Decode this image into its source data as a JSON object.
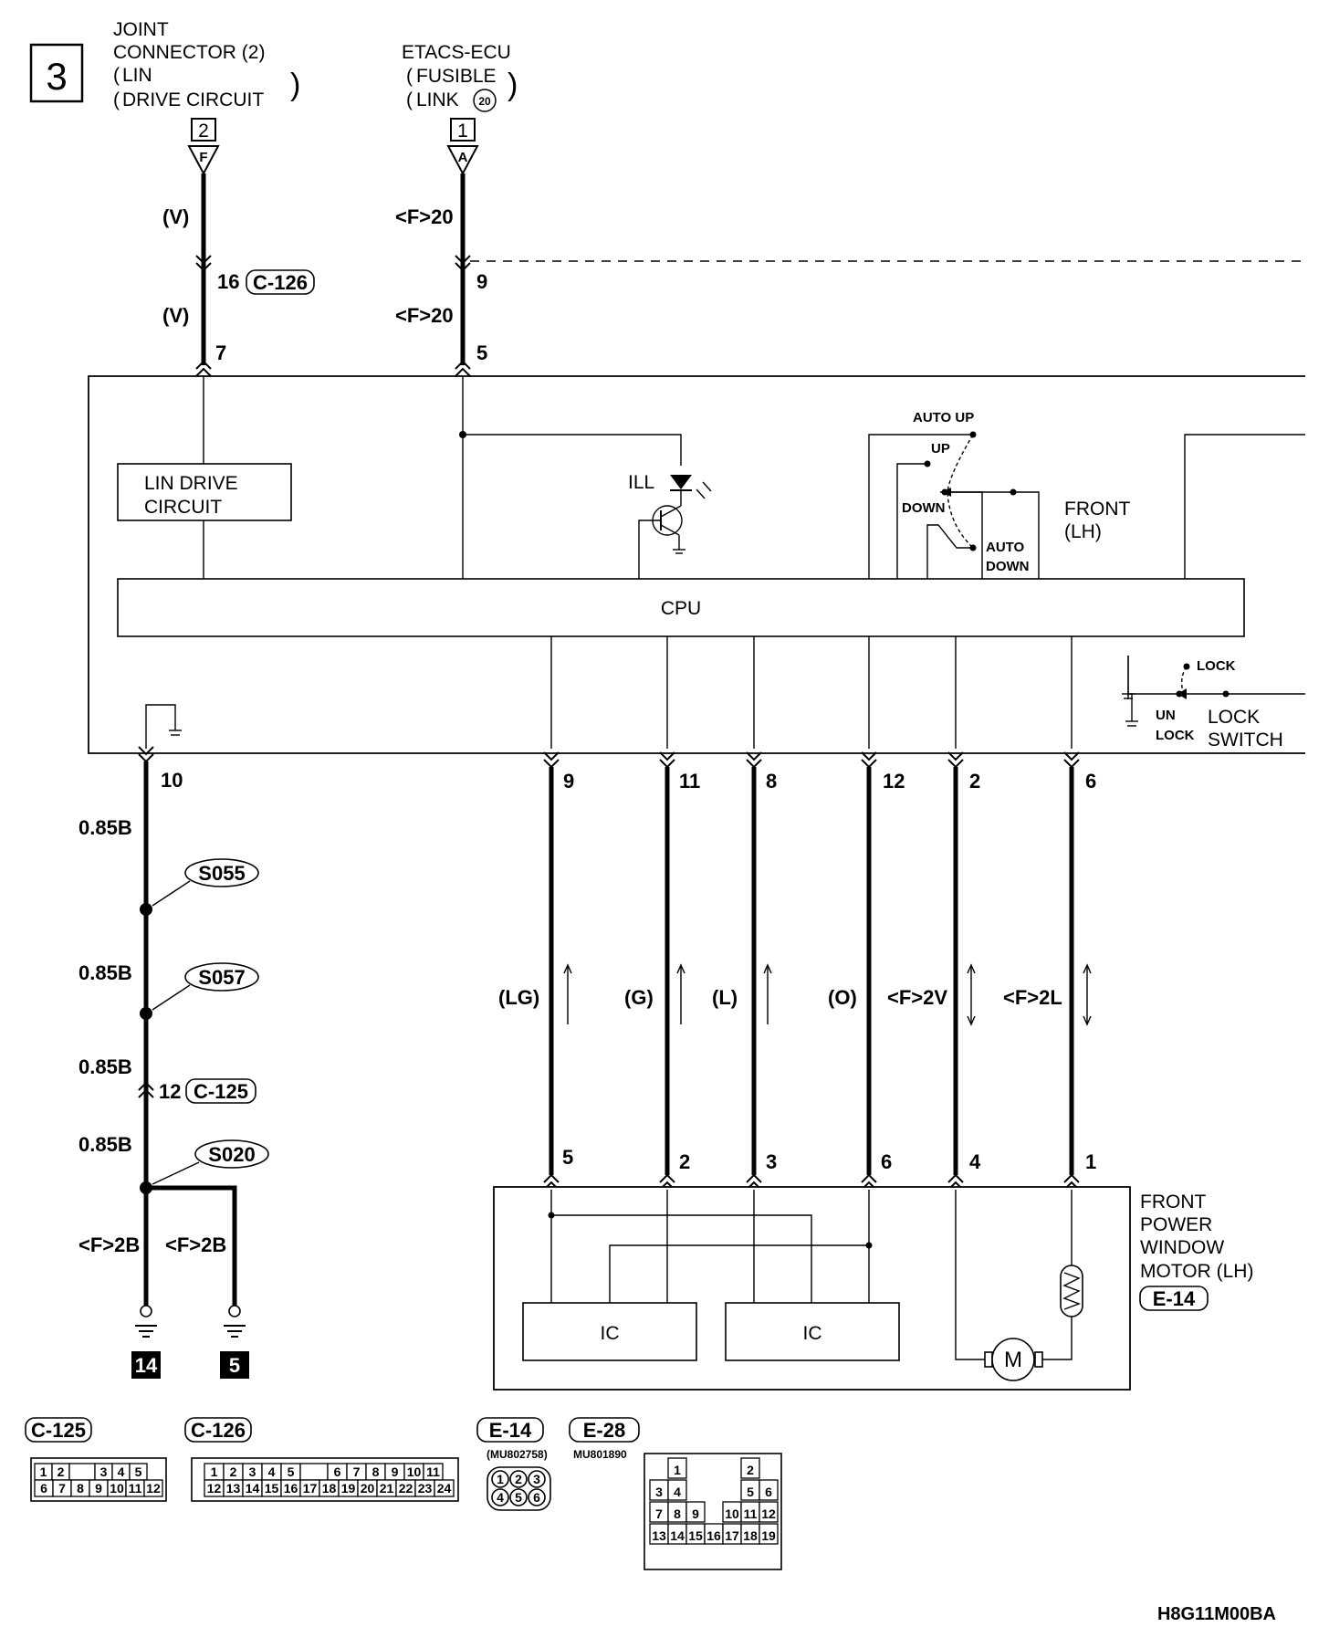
{
  "page_number": "3",
  "footer_code": "H8G11M00BA",
  "top": {
    "joint_connector": {
      "line1": "JOINT",
      "line2": "CONNECTOR (2)",
      "line3": "LIN",
      "line4": "DRIVE CIRCUIT",
      "terminal": "2",
      "letter": "F"
    },
    "etacs": {
      "line1": "ETACS-ECU",
      "line2": "FUSIBLE",
      "line3": "LINK",
      "fuse_no": "20",
      "terminal": "1",
      "letter": "A"
    }
  },
  "wires": {
    "left_top_color": "(V)",
    "left_mid_color": "(V)",
    "left_junction_pin": "16",
    "left_junction_conn": "C-126",
    "left_ecu_pin": "7",
    "right_top_color": "<F>20",
    "right_mid_color": "<F>20",
    "right_junction_pin": "9",
    "right_ecu_pin": "5"
  },
  "switch": {
    "lin_drive_line1": "LIN DRIVE",
    "lin_drive_line2": "CIRCUIT",
    "cpu": "CPU",
    "ill": "ILL",
    "auto_up": "AUTO UP",
    "up": "UP",
    "down": "DOWN",
    "auto_down_line1": "AUTO",
    "auto_down_line2": "DOWN",
    "front_lh_line1": "FRONT",
    "front_lh_line2": "(LH)",
    "lock": "LOCK",
    "unlock_line1": "UN",
    "unlock_line2": "LOCK",
    "lock_switch_line1": "LOCK",
    "lock_switch_line2": "SWITCH"
  },
  "ground": {
    "pin": "10",
    "wire1": "0.85B",
    "wire2": "0.85B",
    "wire3": "0.85B",
    "wire4": "0.85B",
    "splice1": "S055",
    "splice2": "S057",
    "splice3": "S020",
    "junction_pin": "12",
    "junction_conn": "C-125",
    "branch_left": "<F>2B",
    "branch_right": "<F>2B",
    "ground_left": "14",
    "ground_right": "5"
  },
  "signal_wires": [
    {
      "ecu_pin": "9",
      "color": "(LG)",
      "motor_pin": "5"
    },
    {
      "ecu_pin": "11",
      "color": "(G)",
      "motor_pin": "2"
    },
    {
      "ecu_pin": "8",
      "color": "(L)",
      "motor_pin": "3"
    },
    {
      "ecu_pin": "12",
      "color": "(O)",
      "motor_pin": "6"
    },
    {
      "ecu_pin": "2",
      "color": "<F>2V",
      "motor_pin": "4"
    },
    {
      "ecu_pin": "6",
      "color": "<F>2L",
      "motor_pin": "1"
    }
  ],
  "motor": {
    "line1": "FRONT",
    "line2": "POWER",
    "line3": "WINDOW",
    "line4": "MOTOR (LH)",
    "connector": "E-14",
    "ic1": "IC",
    "ic2": "IC",
    "motor_symbol": "M"
  },
  "connectors": {
    "c125": {
      "label": "C-125",
      "row1": [
        "1",
        "2",
        "",
        "3",
        "4",
        "5"
      ],
      "row2": [
        "6",
        "7",
        "8",
        "9",
        "10",
        "11",
        "12"
      ]
    },
    "c126": {
      "label": "C-126",
      "row1": [
        "1",
        "2",
        "3",
        "4",
        "5",
        "",
        "6",
        "7",
        "8",
        "9",
        "10",
        "11"
      ],
      "row2": [
        "12",
        "13",
        "14",
        "15",
        "16",
        "17",
        "18",
        "19",
        "20",
        "21",
        "22",
        "23",
        "24"
      ]
    },
    "e14": {
      "label": "E-14",
      "part": "(MU802758)",
      "pins": [
        "1",
        "2",
        "3",
        "4",
        "5",
        "6"
      ]
    },
    "e28": {
      "label": "E-28",
      "part": "MU801890",
      "row1": [
        "1",
        "2"
      ],
      "row2": [
        "3",
        "4",
        "5",
        "6"
      ],
      "row3": [
        "7",
        "8",
        "9",
        "10",
        "11",
        "12"
      ],
      "row4": [
        "13",
        "14",
        "15",
        "16",
        "17",
        "18",
        "19"
      ]
    }
  }
}
